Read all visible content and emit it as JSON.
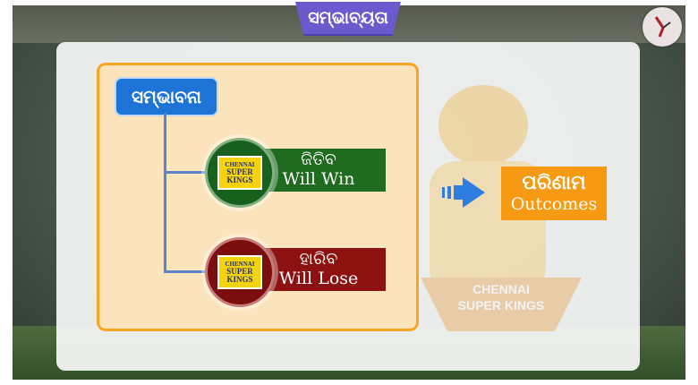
{
  "title": "ସମ୍ଭାବ୍ୟତା",
  "diagram": {
    "root_label": "ସମ୍ଭାବନା",
    "branches": [
      {
        "label_odia": "ଜିତିବ",
        "label_en": "Will Win",
        "color": "#1f6b1f"
      },
      {
        "label_odia": "ହାରିବ",
        "label_en": "Will Lose",
        "color": "#8e1111"
      }
    ],
    "outcome": {
      "label_odia": "ପରିଣାମ",
      "label_en": "Outcomes",
      "color": "#f59a12"
    },
    "arrow_color": "#2f7de1"
  },
  "badge": {
    "top": "CHENNAI",
    "middle": "SUPER",
    "bottom": "KINGS"
  },
  "background_text": {
    "line1": "CHENNAI",
    "line2": "SUPER KINGS"
  },
  "accent_colors": {
    "title_bg": "#6a5acd",
    "root_bg": "#1e73d6",
    "frame_border": "#f6a623",
    "frame_bg": "#fbe3bc"
  }
}
